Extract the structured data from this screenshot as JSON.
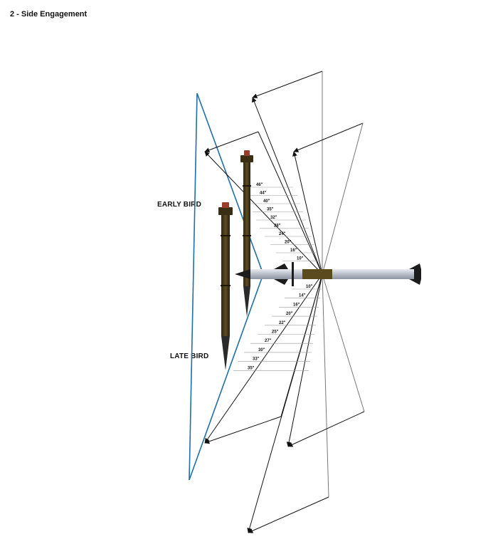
{
  "title": "2 - Side Engagement",
  "labels": {
    "early_bird": "EARLY BIRD",
    "late_bird": "LATE BIRD"
  },
  "upper_distances": [
    "46\"",
    "44\"",
    "40\"",
    "35\"",
    "32\"",
    "28\"",
    "24\"",
    "20\"",
    "16\"",
    "10\""
  ],
  "lower_distances": [
    "10\"",
    "14\"",
    "16\"",
    "20\"",
    "22\"",
    "25\"",
    "27\"",
    "30\"",
    "33\"",
    "35\""
  ],
  "colors": {
    "line": "#111111",
    "light_line": "#888888",
    "blue_line": "#1f6fa8",
    "missile_body": "#cfd3db",
    "missile_band": "#5b4a1e",
    "bird_body": "#4a3d1c",
    "bird_cap": "#9a3b2b"
  }
}
